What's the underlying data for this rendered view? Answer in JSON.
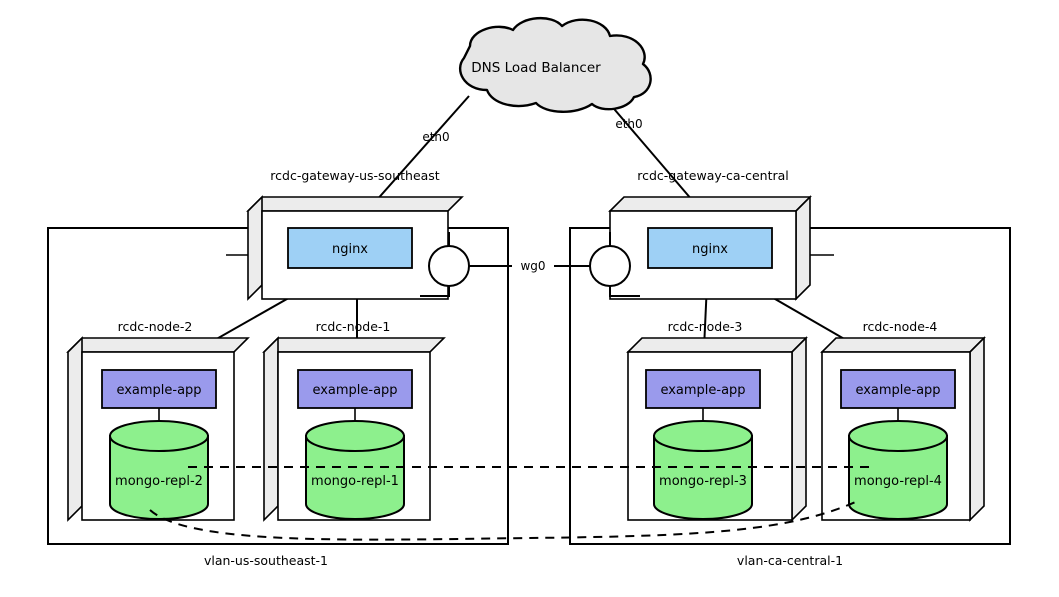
{
  "diagram": {
    "title_present": false,
    "cloud": {
      "label": "DNS Load Balancer",
      "fill": "#e6e6e6",
      "stroke": "#000000"
    },
    "interfaces": {
      "eth0_left": "eth0",
      "eth0_right": "eth0",
      "wg0": "wg0"
    },
    "gateways": [
      {
        "id": "gw-left",
        "label": "rcdc-gateway-us-southeast",
        "service": "nginx",
        "mirrored": false
      },
      {
        "id": "gw-right",
        "label": "rcdc-gateway-ca-central",
        "service": "nginx",
        "mirrored": true
      }
    ],
    "nodes": [
      {
        "id": "node-2",
        "label": "rcdc-node-2",
        "app": "example-app",
        "db": "mongo-repl-2",
        "mirrored": false
      },
      {
        "id": "node-1",
        "label": "rcdc-node-1",
        "app": "example-app",
        "db": "mongo-repl-1",
        "mirrored": false
      },
      {
        "id": "node-3",
        "label": "rcdc-node-3",
        "app": "example-app",
        "db": "mongo-repl-3",
        "mirrored": true
      },
      {
        "id": "node-4",
        "label": "rcdc-node-4",
        "app": "example-app",
        "db": "mongo-repl-4",
        "mirrored": true
      }
    ],
    "vlans": [
      {
        "id": "vlan-left",
        "label": "vlan-us-southeast-1"
      },
      {
        "id": "vlan-right",
        "label": "vlan-ca-central-1"
      }
    ],
    "colors": {
      "nginx_fill": "#9ed0f5",
      "app_fill": "#9a9aec",
      "db_fill": "#8df08d",
      "box_face": "#ffffff",
      "box_shade": "#ececec",
      "cloud_fill": "#e6e6e6",
      "line": "#000000"
    }
  }
}
